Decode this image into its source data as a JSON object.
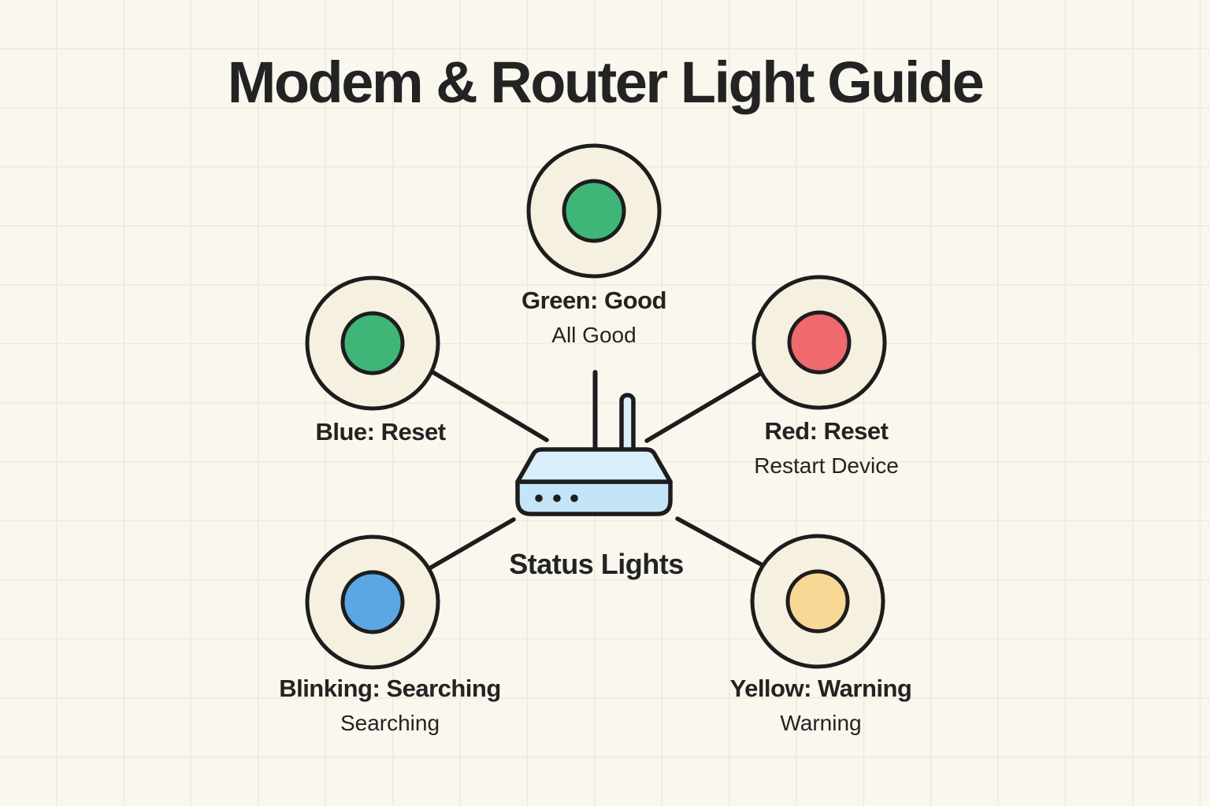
{
  "title": "Modem & Router Light Guide",
  "center_label": "Status Lights",
  "palette": {
    "background": "#faf7ee",
    "grid_line": "#f1e8dd",
    "outline_ink": "#1d1d1d",
    "ring_fill": "#f6f0e1",
    "router_top": "#d9eefb",
    "router_body": "#c4e5f8",
    "text": "#232323"
  },
  "lights": [
    {
      "name": "green-good",
      "position": "top",
      "dot_color": "#3fb577",
      "label": "Green: Good",
      "sublabel": "All Good"
    },
    {
      "name": "blue-reset",
      "position": "middle-left",
      "dot_color": "#3fb577",
      "label": "Blue: Reset",
      "sublabel": ""
    },
    {
      "name": "red-reset",
      "position": "middle-right",
      "dot_color": "#f0696c",
      "label": "Red: Reset",
      "sublabel": "Restart Device"
    },
    {
      "name": "blinking-searching",
      "position": "bottom-left",
      "dot_color": "#5aa7e3",
      "label": "Blinking: Searching",
      "sublabel": "Searching"
    },
    {
      "name": "yellow-warning",
      "position": "bottom-right",
      "dot_color": "#f9d794",
      "label": "Yellow: Warning",
      "sublabel": "Warning"
    }
  ]
}
